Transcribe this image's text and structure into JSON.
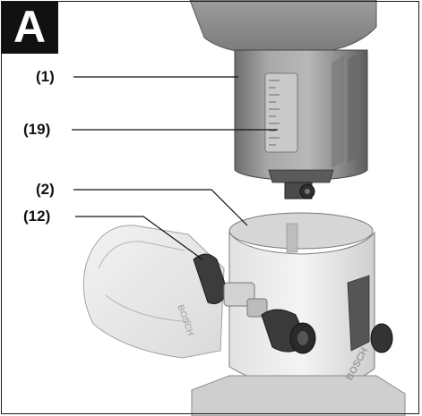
{
  "figure": {
    "panel_letter": "A",
    "callouts": [
      {
        "id": "c1",
        "label": "(1)"
      },
      {
        "id": "c19",
        "label": "(19)"
      },
      {
        "id": "c2",
        "label": "(2)"
      },
      {
        "id": "c12",
        "label": "(12)"
      }
    ],
    "markings": {
      "brand_on_base": "BOSCH",
      "brand_on_dust_guard": "BOSCH"
    },
    "colors": {
      "ink": "#111111",
      "tool_grey": "#9a9a9a",
      "tool_dark": "#4a4a4a",
      "transparent_part": "#e6e6e6"
    }
  }
}
